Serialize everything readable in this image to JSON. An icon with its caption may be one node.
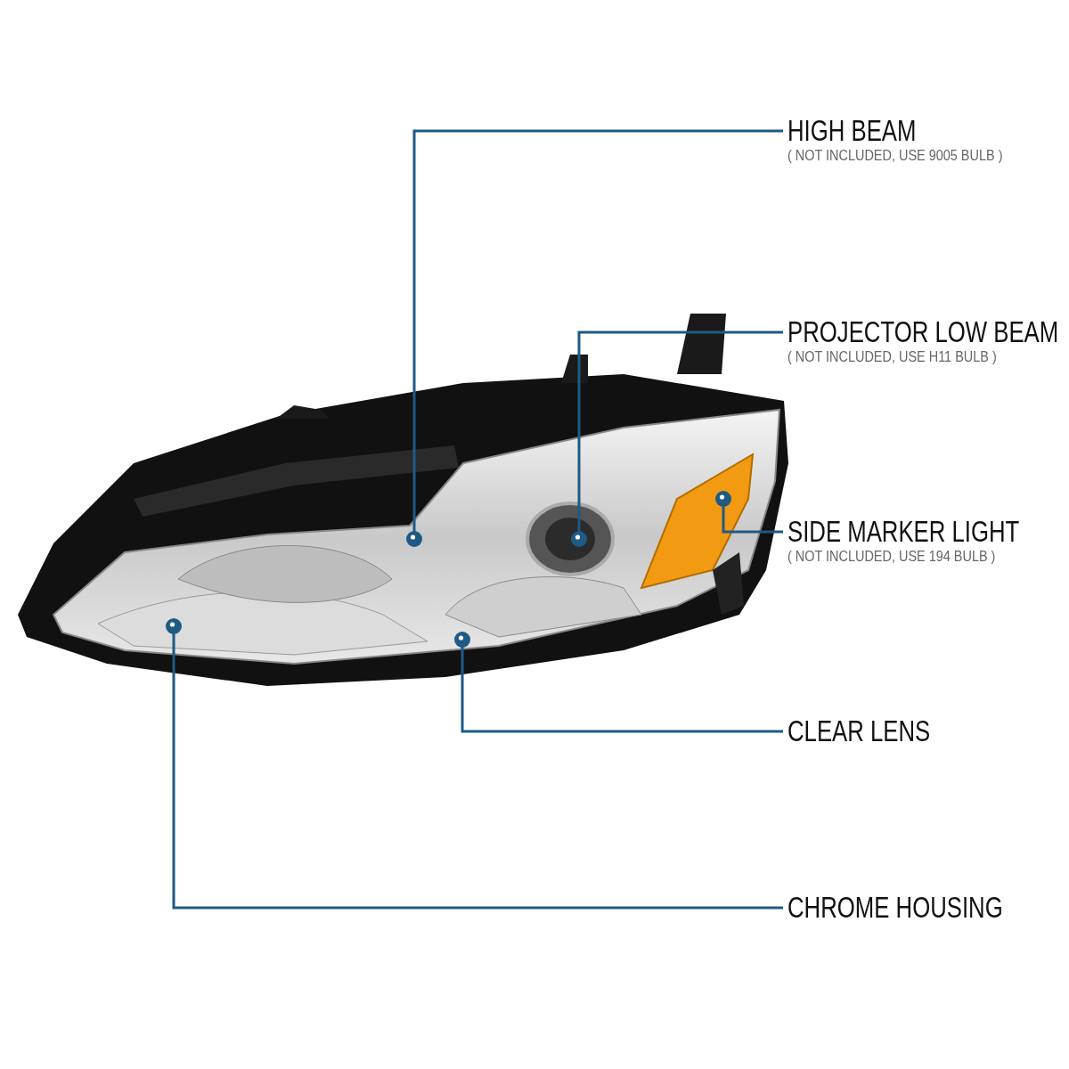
{
  "diagram": {
    "nodes": [
      {
        "text": [
          "HIGH BEAM",
          "( NOT INCLUDED, USE 9005 BULB )"
        ]
      },
      {
        "text": [
          "PROJECTOR LOW BEAM",
          "( NOT INCLUDED, USE H11 BULB )"
        ]
      },
      {
        "text": [
          "SIDE MARKER LIGHT",
          "( NOT INCLUDED, USE 194 BULB )"
        ]
      },
      {
        "text": [
          "CLEAR LENS"
        ]
      },
      {
        "text": [
          "CHROME HOUSING"
        ]
      }
    ],
    "edges": [
      {
        "from": 0,
        "to": null,
        "arrow": "other"
      },
      {
        "from": 1,
        "to": null,
        "arrow": "other"
      },
      {
        "from": 2,
        "to": null,
        "arrow": "other"
      },
      {
        "from": 3,
        "to": null,
        "arrow": "other"
      },
      {
        "from": 4,
        "to": null,
        "arrow": "other"
      }
    ]
  }
}
